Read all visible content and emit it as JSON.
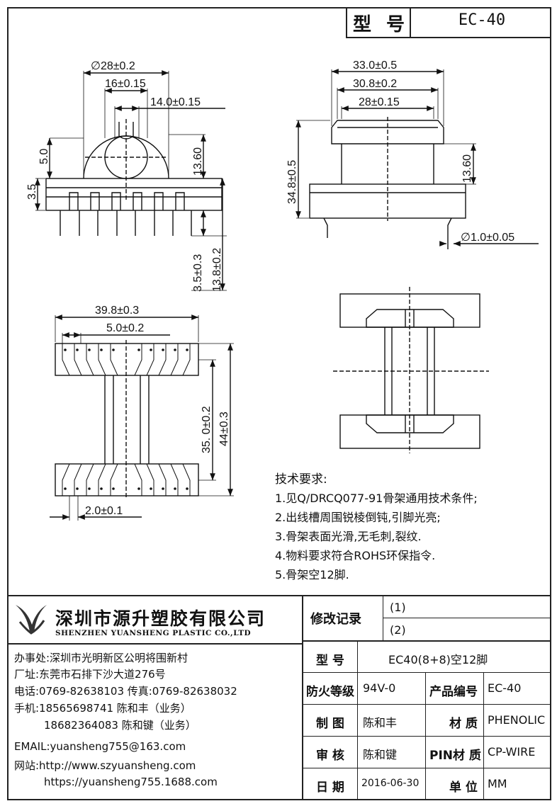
{
  "header": {
    "type_label": "型 号",
    "type_value": "EC-40"
  },
  "dimensions": {
    "top_left": {
      "d28": "∅28±0.2",
      "d16": "16±0.15",
      "d14": "14.0±0.15",
      "d5": "5.0",
      "d3_5": "3.5",
      "d13_60": "13.60",
      "d3_5b": "3.5±0.3",
      "d13_8": "13.8±0.2"
    },
    "top_right": {
      "d33": "33.0±0.5",
      "d30_8": "30.8±0.2",
      "d28": "28±0.15",
      "d34_8": "34.8±0.5",
      "d13_60": "13.60",
      "pin": "∅1.0±0.05"
    },
    "bottom_left": {
      "d39_8": "39.8±0.3",
      "d5": "5.0±0.2",
      "d35": "35. 0±0.2",
      "d44": "44±0.3",
      "d2": "2.0±0.1"
    }
  },
  "tech": {
    "title": "技术要求:",
    "items": [
      "1.见Q/DRCQ077-91骨架通用技术条件;",
      "2.出线槽周围锐棱倒钝,引脚光亮;",
      "3.骨架表面光滑,无毛刺,裂纹.",
      "4.物料要求符合ROHS环保指令.",
      "5.骨架空12脚."
    ]
  },
  "company": {
    "name_cn": "深圳市源升塑胶有限公司",
    "name_en": "SHENZHEN YUANSHENG PLASTIC CO.,LTD",
    "office": "办事处:深圳市光明新区公明将围新村",
    "factory": "厂址:东莞市石排下沙大道276号",
    "phone": "电话:0769-82638103 传真:0769-82638032",
    "mobile1": "手机:18565698741 陈和丰（业务）",
    "mobile2": "18682364083 陈和键（业务）",
    "email": "EMAIL:yuansheng755@163.com",
    "web1": "网站:http://www.szyuansheng.com",
    "web2": "https://yuansheng755.1688.com"
  },
  "table": {
    "revision_label": "修改记录",
    "rev1": "(1)",
    "rev2": "(2)",
    "model_label": "型 号",
    "model_value": "EC40(8+8)空12脚",
    "fire_label": "防火等级",
    "fire_value": "94V-0",
    "product_label": "产品编号",
    "product_value": "EC-40",
    "draw_label": "制 图",
    "draw_value": "陈和丰",
    "material_label": "材 质",
    "material_value": "PHENOLIC",
    "check_label": "审 核",
    "check_value": "陈和键",
    "pin_label": "PIN材 质",
    "pin_value": "CP-WIRE",
    "date_label": "日 期",
    "date_value": "2016-06-30",
    "unit_label": "单 位",
    "unit_value": "MM"
  }
}
